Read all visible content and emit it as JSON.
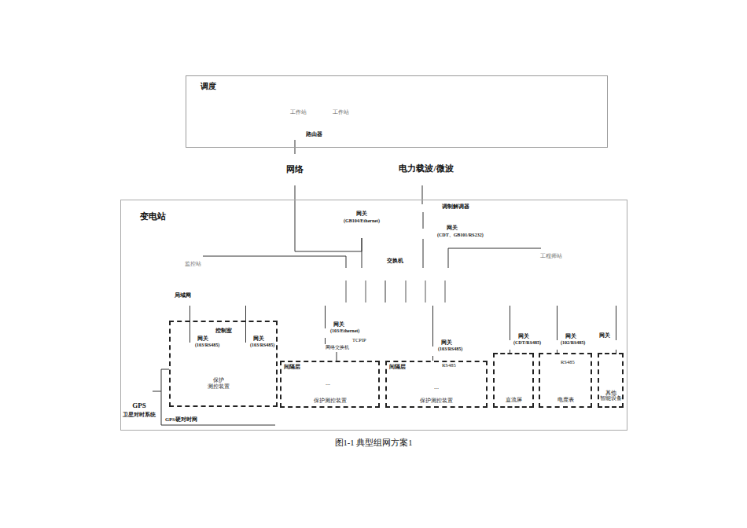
{
  "diagram": {
    "caption": "图1-1 典型组网方案1",
    "nodes": [
      {
        "text": [
          "调度"
        ]
      },
      {
        "text": [
          "工作站"
        ],
        "in": 0
      },
      {
        "text": [
          "工作站"
        ],
        "in": 0
      },
      {
        "text": [
          "路由器"
        ],
        "in": 0
      },
      {
        "text": [
          "网络"
        ]
      },
      {
        "text": [
          "电力载波/微波"
        ]
      },
      {
        "text": [
          "变电站"
        ]
      },
      {
        "text": [
          "调制解调器"
        ],
        "in": 6
      },
      {
        "text": [
          "网关",
          "(GB104/Ethernet)"
        ],
        "in": 6
      },
      {
        "text": [
          "网关",
          "(CDT、GB101/RS232)"
        ],
        "in": 6
      },
      {
        "text": [
          "监控站"
        ],
        "in": 6
      },
      {
        "text": [
          "交换机"
        ],
        "in": 6
      },
      {
        "text": [
          "工程师站"
        ],
        "in": 6
      },
      {
        "text": [
          "局域网"
        ],
        "in": 6
      },
      {
        "text": [
          "控制室"
        ],
        "in": 6
      },
      {
        "text": [
          "网关",
          "(103/RS485)"
        ],
        "in": 14
      },
      {
        "text": [
          "网关",
          "(103/RS485)"
        ],
        "in": 14
      },
      {
        "text": [
          "保护 测控装置"
        ],
        "in": 14
      },
      {
        "text": [
          "网关",
          "(103/Ethernet)"
        ],
        "in": 6
      },
      {
        "text": [
          "网络交换机"
        ],
        "in": 6
      },
      {
        "text": [
          "间隔层",
          "保护测控装置"
        ],
        "in": 6
      },
      {
        "text": [
          "网关",
          "(103/RS485)"
        ],
        "in": 6
      },
      {
        "text": [
          "间隔层",
          "保护测控装置"
        ],
        "in": 6
      },
      {
        "text": [
          "网关",
          "(CDT/RS485)"
        ],
        "in": 6
      },
      {
        "text": [
          "直流屏"
        ],
        "in": 6
      },
      {
        "text": [
          "网关",
          "(102/RS485)"
        ],
        "in": 6
      },
      {
        "text": [
          "电度表"
        ],
        "in": 6
      },
      {
        "text": [
          "网关"
        ],
        "in": 6
      },
      {
        "text": [
          "其他 智能设备"
        ],
        "in": 6
      },
      {
        "text": [
          "GPS",
          "卫星对时系统"
        ],
        "in": 6
      }
    ],
    "edges": [
      {
        "from": 3,
        "to": 4,
        "arrow": "none"
      },
      {
        "from": 5,
        "to": 7,
        "arrow": "none"
      },
      {
        "from": 4,
        "to": 8,
        "arrow": "none"
      },
      {
        "from": 8,
        "to": 11,
        "arrow": "none"
      },
      {
        "from": 7,
        "to": 9,
        "arrow": "none"
      },
      {
        "from": 9,
        "to": 11,
        "arrow": "none"
      },
      {
        "from": 10,
        "to": 11,
        "arrow": "none"
      },
      {
        "from": 12,
        "to": 11,
        "arrow": "none"
      },
      {
        "from": 11,
        "to": 13,
        "arrow": "none"
      },
      {
        "from": 13,
        "to": 15,
        "arrow": "none"
      },
      {
        "from": 13,
        "to": 16,
        "arrow": "none"
      },
      {
        "from": 13,
        "to": 18,
        "arrow": "none"
      },
      {
        "from": 13,
        "to": 21,
        "arrow": "none"
      },
      {
        "from": 13,
        "to": 23,
        "arrow": "none"
      },
      {
        "from": 13,
        "to": 25,
        "arrow": "none"
      },
      {
        "from": 13,
        "to": 27,
        "arrow": "none"
      },
      {
        "from": 18,
        "to": 19,
        "arrow": "none"
      },
      {
        "from": 19,
        "to": 20,
        "arrow": "none"
      },
      {
        "from": 21,
        "to": 22,
        "arrow": "none"
      },
      {
        "from": 23,
        "to": 24,
        "arrow": "none"
      },
      {
        "from": 25,
        "to": 26,
        "arrow": "none"
      },
      {
        "from": 27,
        "to": 28,
        "arrow": "none"
      },
      {
        "from": 29,
        "to": 14,
        "arrow": "none"
      }
    ],
    "labels": [
      "TCPIP",
      "...",
      "RS485",
      "...",
      "RS485",
      "GPS硬对时网"
    ]
  }
}
